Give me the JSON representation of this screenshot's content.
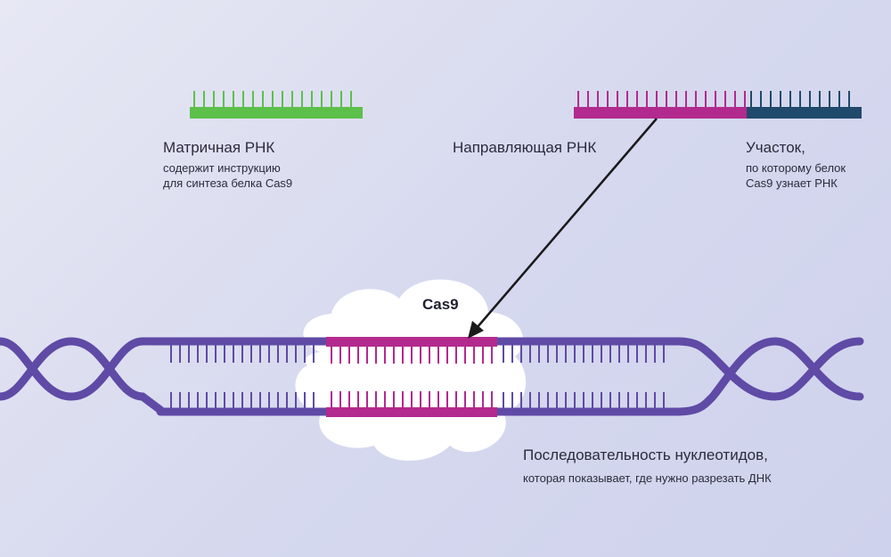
{
  "labels": {
    "mrna_title": "Матричная РНК",
    "mrna_desc_1": "содержит инструкцию",
    "mrna_desc_2": "для синтеза белка Cas9",
    "guide_title": "Направляющая РНК",
    "site_title": "Участок,",
    "site_desc_1": "по которому белок",
    "site_desc_2": "Cas9 узнает РНК",
    "cas9": "Cas9",
    "seq_title": "Последовательность нуклеотидов,",
    "seq_desc": "которая показывает, где нужно разрезать ДНК"
  },
  "colors": {
    "mrna_green": "#5cc04a",
    "guide_magenta": "#b32a8e",
    "recognition_navy": "#1f4a6b",
    "dna_purple": "#5f4aa6",
    "cas9_cloud": "#ffffff",
    "arrow": "#1a1a1a"
  }
}
